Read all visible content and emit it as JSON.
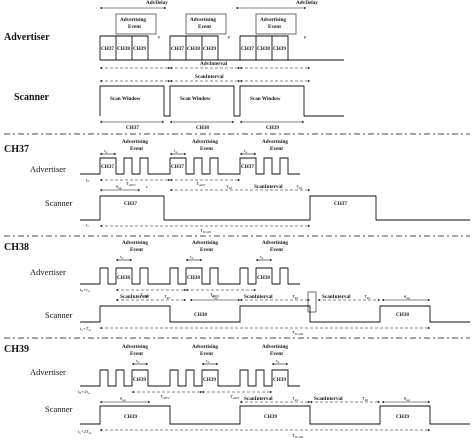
{
  "section1": {
    "advertiser_label": "Advertiser",
    "scanner_label": "Scanner",
    "adv_delay": "AdvDelay",
    "adv_event_line1": "Advertising",
    "adv_event_line2": "Event",
    "ch37": "CH37",
    "ch38": "CH38",
    "ch39": "CH39",
    "adv_interval": "AdvInterval",
    "scan_interval": "ScanInterval",
    "scan_window": "Scan Window",
    "delta_mark": "μ"
  },
  "ch37": {
    "title": "CH37",
    "advertiser_label": "Advertiser",
    "scanner_label": "Scanner",
    "adv_event_line1": "Advertising",
    "adv_event_line2": "Event",
    "ch_box": "CH37",
    "t_adv": "T",
    "t_adv_sub": "ADV",
    "t_a": "τ",
    "t_a_sub": "a",
    "t0": "t",
    "t0_sub": "0",
    "ts": "t",
    "ts_sub": "s",
    "scan_interval": "ScanInterval",
    "t_int": "T",
    "t_int_sub": "int",
    "t_scan": "T",
    "t_scan_sub": "SCAN",
    "theta": "θ",
    "theta_sub": "ap",
    "epsilon": "ε"
  },
  "ch38": {
    "title": "CH38",
    "advertiser_label": "Advertiser",
    "scanner_label": "Scanner",
    "adv_event_line1": "Advertising",
    "adv_event_line2": "Event",
    "ch_box": "CH38",
    "t_adv": "T",
    "t_adv_sub": "ADV",
    "t_a": "τ",
    "t_a_sub": "a",
    "t0": "t",
    "t0_sub": "0",
    "t0_plus": "+τ",
    "ts": "t",
    "ts_sub": "s",
    "ts_plus": "+T",
    "ts_plus_sub": "ss",
    "scan_interval": "ScanInterval",
    "t_int": "T",
    "t_int_sub": "int",
    "t_scan": "T",
    "t_scan_sub": "SCAN",
    "theta": "θ",
    "theta_sub": "ap"
  },
  "ch39": {
    "title": "CH39",
    "advertiser_label": "Advertiser",
    "scanner_label": "Scanner",
    "adv_event_line1": "Advertising",
    "adv_event_line2": "Event",
    "ch_box": "CH39",
    "t_adv": "T",
    "t_adv_sub": "ADV",
    "t_a": "τ",
    "t_a_sub": "a",
    "t0": "t",
    "t0_sub": "0",
    "t0_plus": "+2τ",
    "ts": "t",
    "ts_sub": "s",
    "ts_plus": "+2T",
    "ts_plus_sub": "ss",
    "scan_interval": "ScanInterval",
    "t_int": "T",
    "t_int_sub": "int",
    "t_scan": "T",
    "t_scan_sub": "SCAN",
    "theta": "θ",
    "theta_sub": "ap"
  }
}
